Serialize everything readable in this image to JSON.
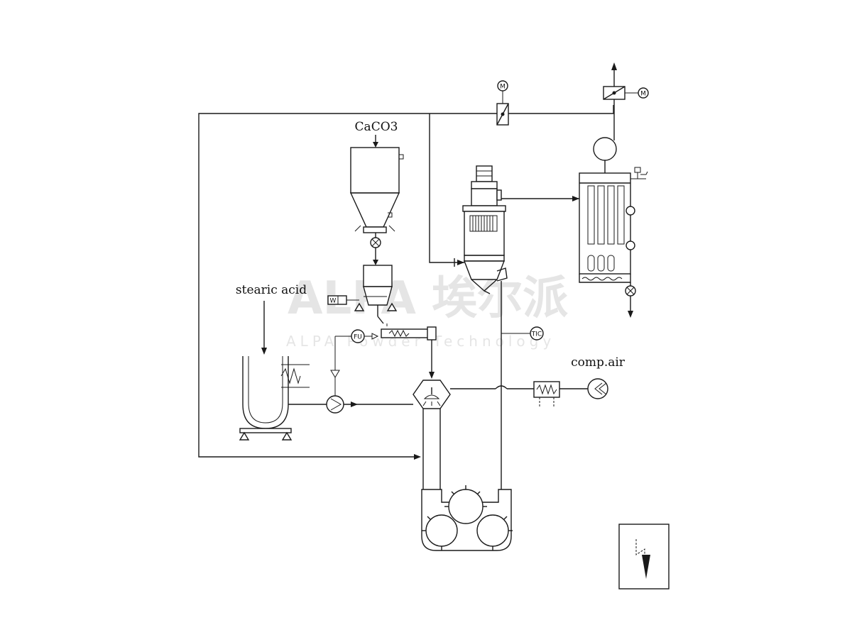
{
  "labels": {
    "feed_material": "CaCO3",
    "additive": "stearic acid",
    "compressed_air": "comp.air"
  },
  "instrument_tags": {
    "motor_top": "M",
    "motor_exhaust": "M",
    "weigh_feeder": "W",
    "flow_unit": "FU",
    "temperature_controller": "TIC"
  },
  "watermark": {
    "brand": "ALPA 埃尔派",
    "subtitle": "ALPA Powder Technology"
  }
}
